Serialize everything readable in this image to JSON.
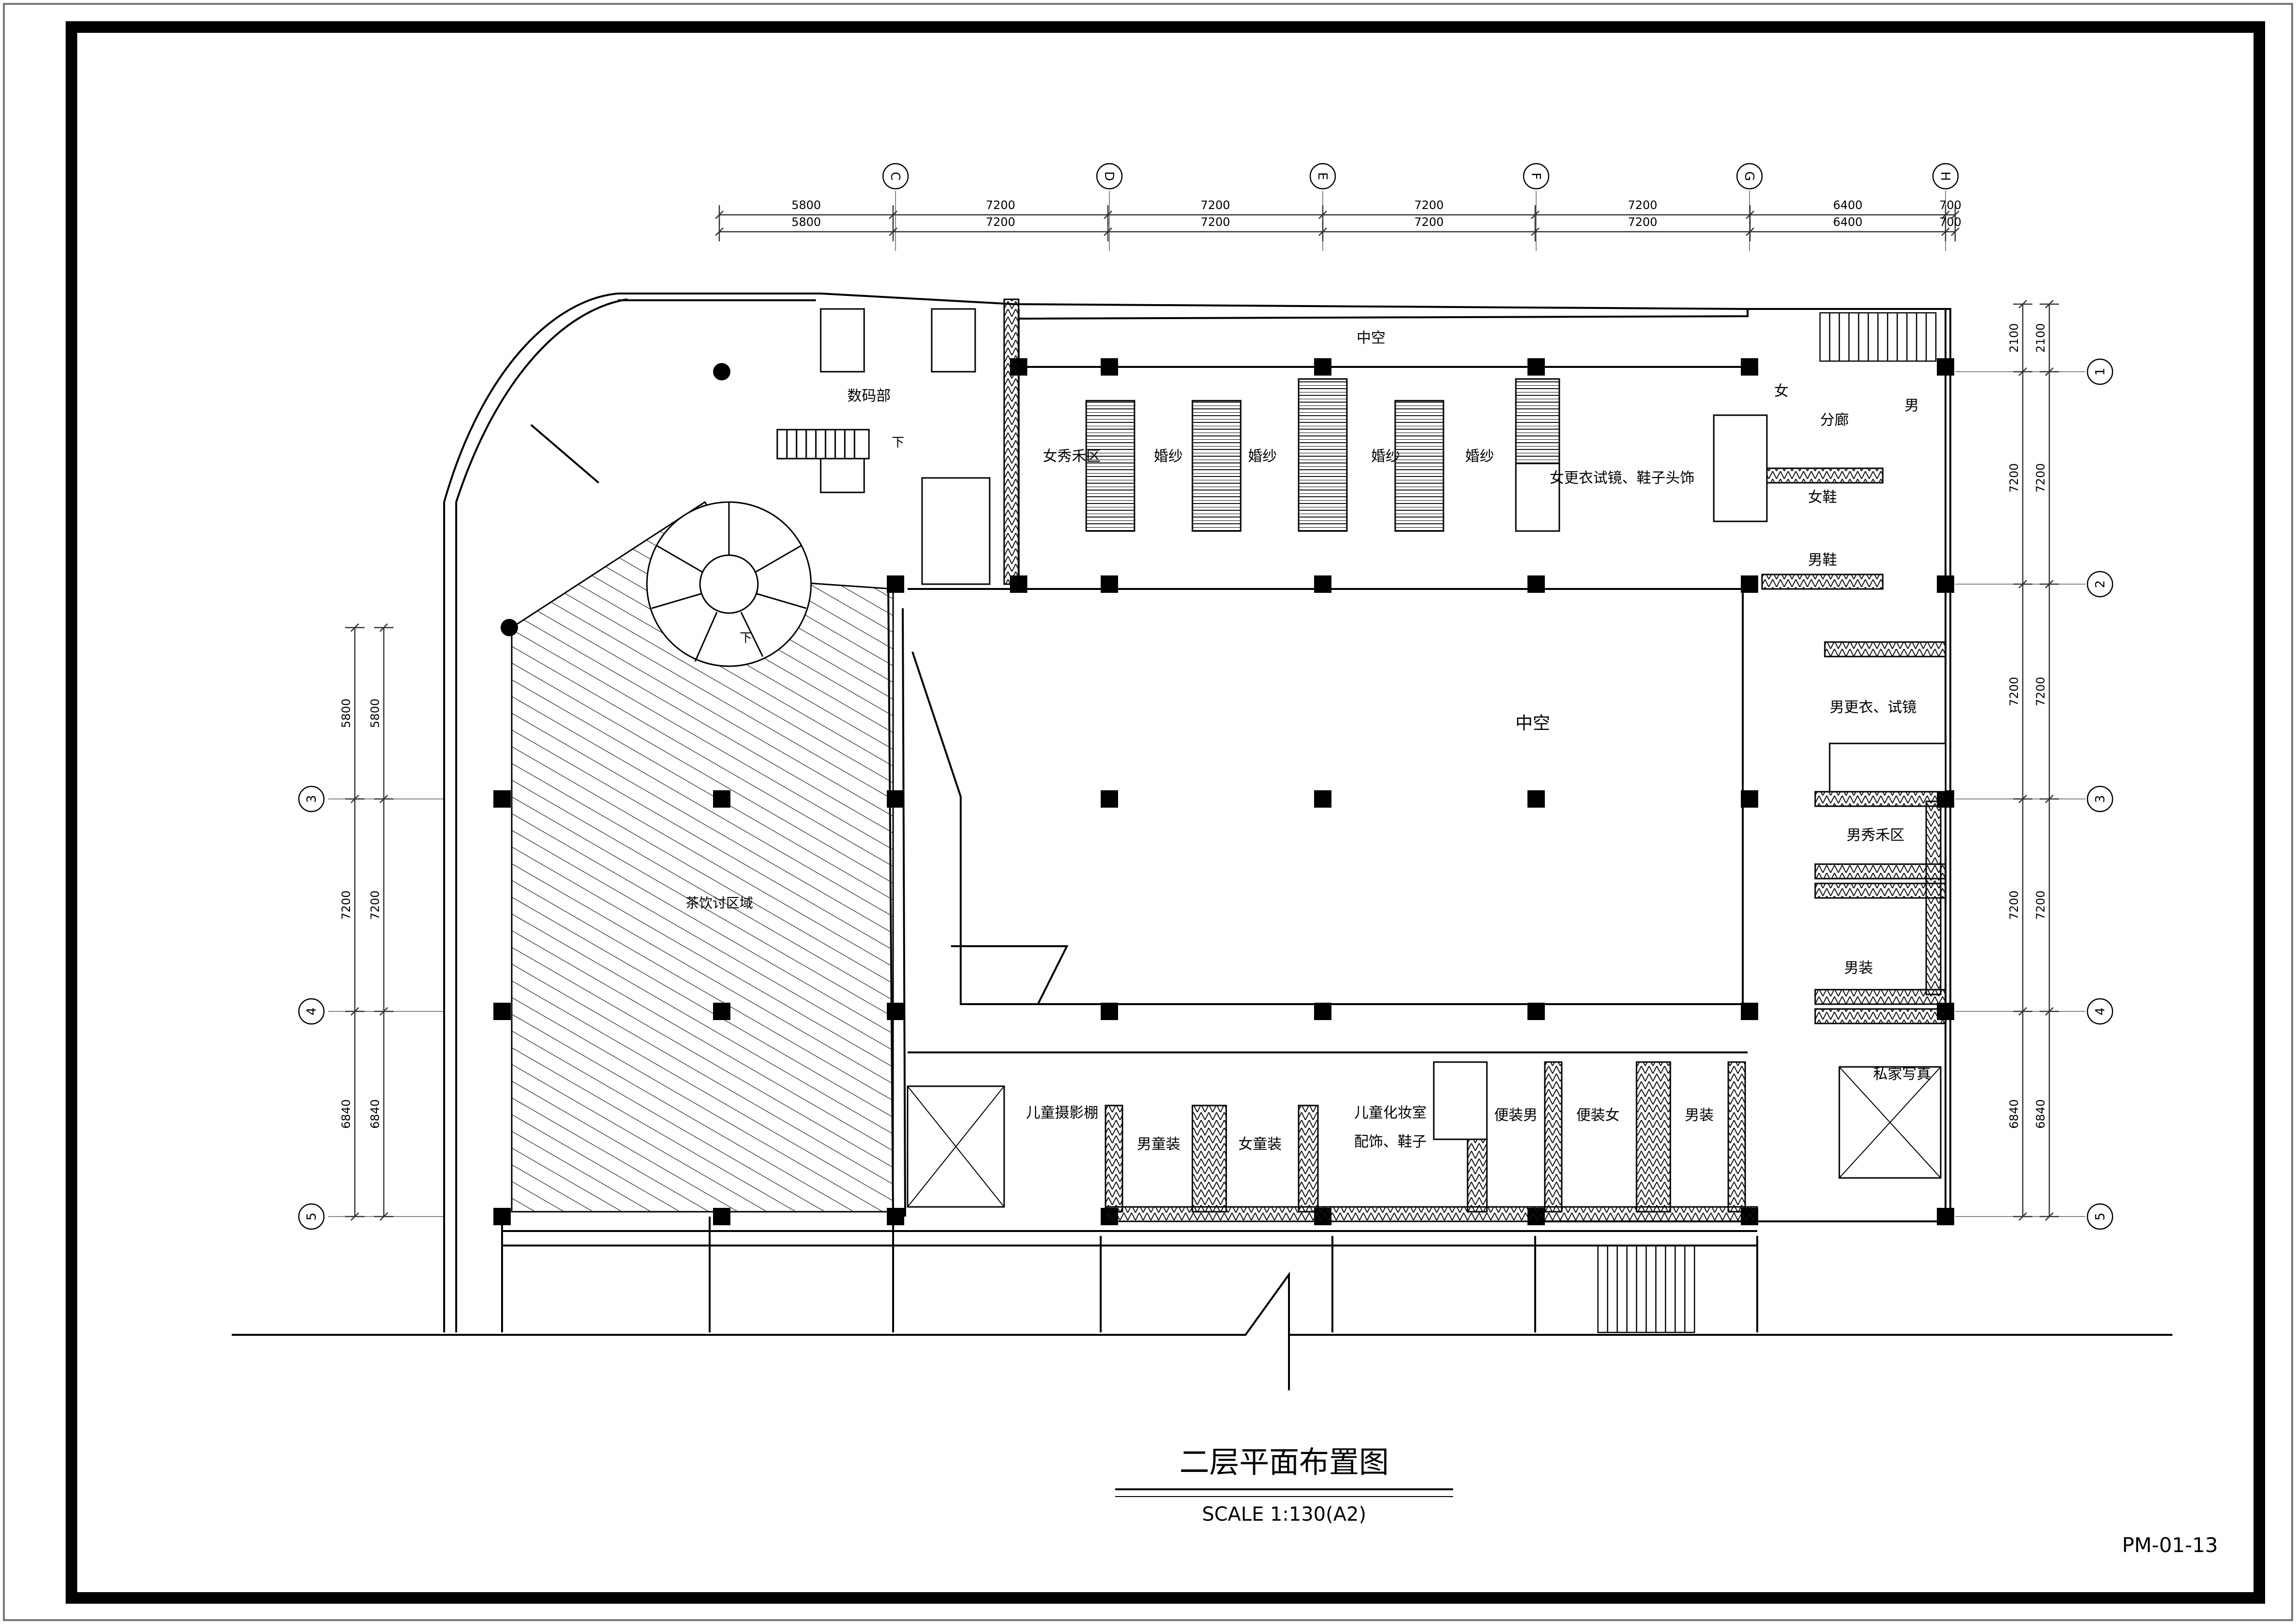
{
  "drawing": {
    "title": "二层平面布置图",
    "scale": "SCALE 1:130(A2)",
    "sheet_number": "PM-01-13"
  },
  "grid_columns": [
    "C",
    "D",
    "E",
    "F",
    "G",
    "H"
  ],
  "grid_rows": [
    "1",
    "2",
    "3",
    "4",
    "5"
  ],
  "dims_top_outer": [
    "5800",
    "7200",
    "7200",
    "7200",
    "7200",
    "6400",
    "700"
  ],
  "dims_top_inner": [
    "5800",
    "7200",
    "7200",
    "7200",
    "7200",
    "6400",
    "700"
  ],
  "dims_left": [
    "5800",
    "7200",
    "6840"
  ],
  "dims_right": [
    "2100",
    "7200",
    "7200",
    "7200",
    "6840"
  ],
  "rooms": {
    "digital": "数码部",
    "void_top": "中空",
    "void_center": "中空",
    "women_show": "女秀禾区",
    "wedding_1": "婚纱",
    "wedding_2": "婚纱",
    "wedding_3": "婚纱",
    "wedding_4": "婚纱",
    "women_fitting": "女更衣试镜、鞋子头饰",
    "corridor": "分廊",
    "women_shoes": "女鞋",
    "men_shoes": "男鞋",
    "men_sign": "男",
    "women_sign": "女",
    "men_fitting": "男更衣、试镜",
    "men_show": "男秀禾区",
    "menswear": "男装",
    "private_photo": "私家写真",
    "kids_studio": "儿童摄影棚",
    "boys_wear": "男童装",
    "girls_wear": "女童装",
    "kids_makeup": "儿童化妆室",
    "accessories": "配饰、鞋子",
    "casual_men": "便装男",
    "casual_women": "便装女",
    "mens_casual": "男装",
    "hatched_area": "茶饮讨区域",
    "stair_down_1": "下",
    "stair_down_2": "下"
  }
}
